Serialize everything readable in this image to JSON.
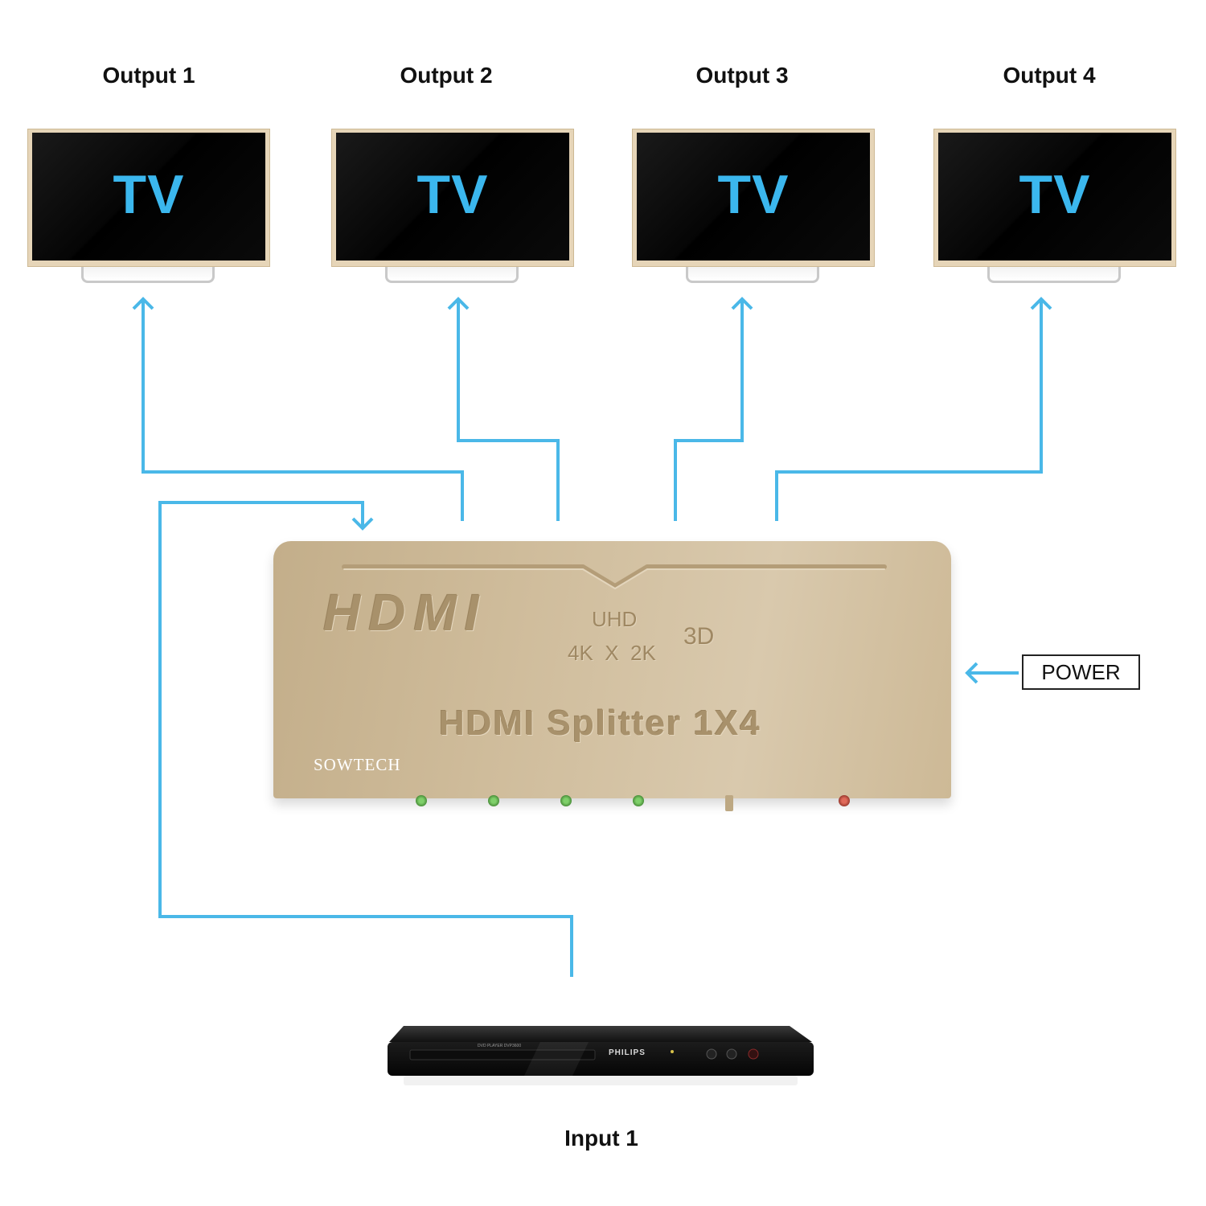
{
  "outputs": [
    {
      "label": "Output 1",
      "tv_text": "TV"
    },
    {
      "label": "Output 2",
      "tv_text": "TV"
    },
    {
      "label": "Output 3",
      "tv_text": "TV"
    },
    {
      "label": "Output 4",
      "tv_text": "TV"
    }
  ],
  "splitter": {
    "logo": "HDMI",
    "uhd": "UHD",
    "resolution": "4K  X  2K",
    "three_d": "3D",
    "model": "HDMI Splitter 1X4",
    "brand": "SOWTECH"
  },
  "power_label": "POWER",
  "dvd_player": {
    "brand": "PHILIPS",
    "model_text": "DVD PLAYER DVP3600"
  },
  "input_label": "Input 1",
  "colors": {
    "connector": "#4ab8e8",
    "tv_text": "#3bb7ee",
    "splitter_body": "#d2bf9f",
    "tv_frame": "#e6d5b8"
  }
}
